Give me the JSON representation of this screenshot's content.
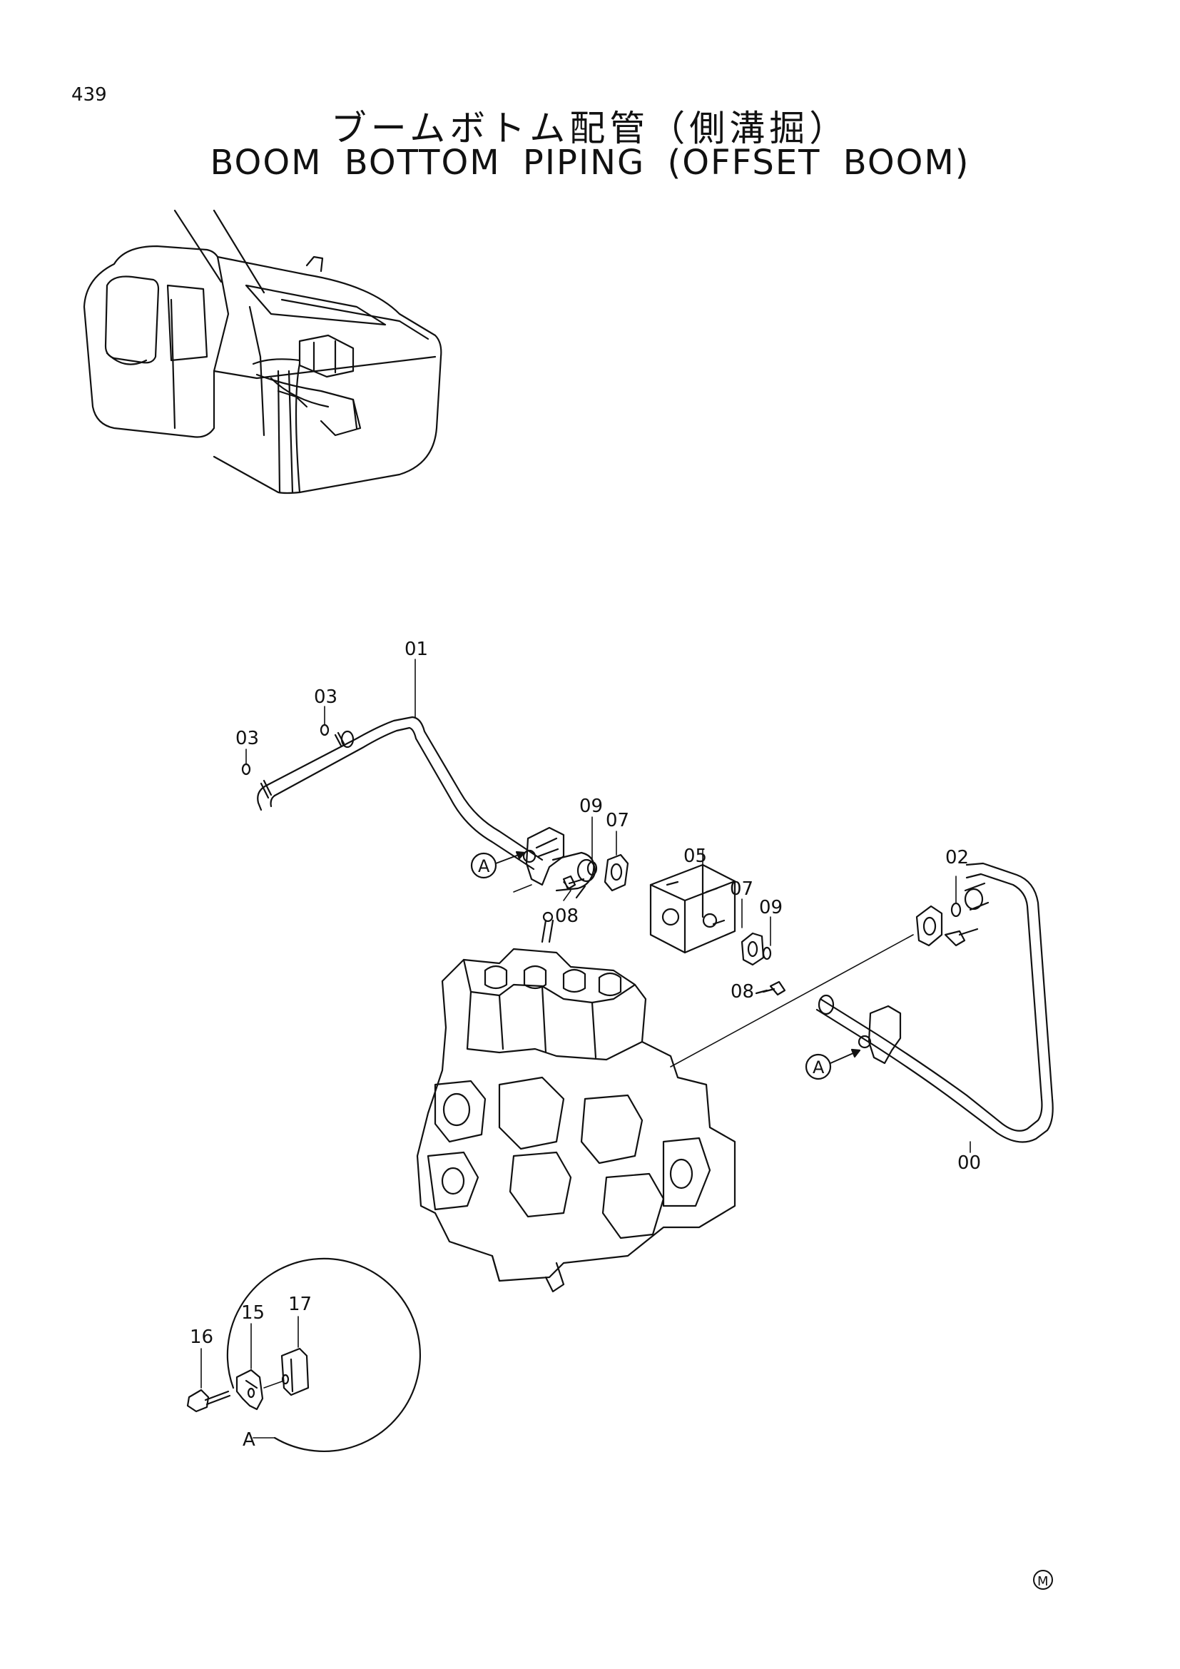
{
  "page_number": "439",
  "title_jp": "ブームボトム配管（側溝掘）",
  "title_en": "BOOM BOTTOM PIPING (OFFSET BOOM)",
  "callouts": {
    "c01": "01",
    "c03a": "03",
    "c03b": "03",
    "c09a": "09",
    "c07a": "07",
    "c08a": "08",
    "c05": "05",
    "c07b": "07",
    "c09b": "09",
    "c08b": "08",
    "c02": "02",
    "c00": "00",
    "c17": "17",
    "c15": "15",
    "c16": "16"
  },
  "detail_markers": {
    "a1": "A",
    "a2": "A",
    "detail": "A"
  },
  "corner_mark": "M"
}
